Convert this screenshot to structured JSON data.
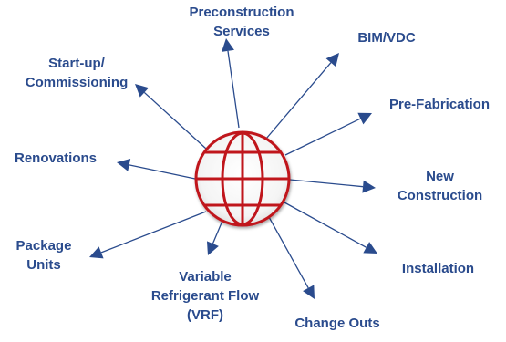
{
  "diagram": {
    "center": {
      "shape": "globe",
      "color": "#c0161f",
      "icon": "globe-icon"
    },
    "arrow_color": "#2a4b8d",
    "items": [
      {
        "id": "preconstruction",
        "lines": [
          "Preconstruction",
          "Services"
        ]
      },
      {
        "id": "bim-vdc",
        "lines": [
          "BIM/VDC"
        ]
      },
      {
        "id": "pre-fabrication",
        "lines": [
          "Pre-Fabrication"
        ]
      },
      {
        "id": "new-construction",
        "lines": [
          "New",
          "Construction"
        ]
      },
      {
        "id": "installation",
        "lines": [
          "Installation"
        ]
      },
      {
        "id": "change-outs",
        "lines": [
          "Change Outs"
        ]
      },
      {
        "id": "vrf",
        "lines": [
          "Variable",
          "Refrigerant Flow",
          "(VRF)"
        ]
      },
      {
        "id": "package-units",
        "lines": [
          "Package",
          "Units"
        ]
      },
      {
        "id": "renovations",
        "lines": [
          "Renovations"
        ]
      },
      {
        "id": "startup",
        "lines": [
          "Start-up/",
          "Commissioning"
        ]
      }
    ]
  }
}
